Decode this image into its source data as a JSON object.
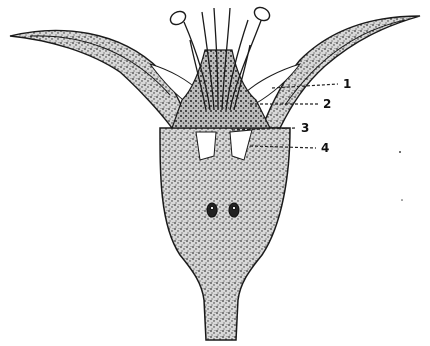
{
  "figure": {
    "callouts": [
      {
        "id": "1",
        "label": "1"
      },
      {
        "id": "2",
        "label": "2"
      },
      {
        "id": "3",
        "label": "3"
      },
      {
        "id": "4",
        "label": "4"
      }
    ],
    "colors": {
      "ink": "#1a1a1a",
      "stipple_fill": "#cfcfcf",
      "background": "#ffffff"
    }
  }
}
